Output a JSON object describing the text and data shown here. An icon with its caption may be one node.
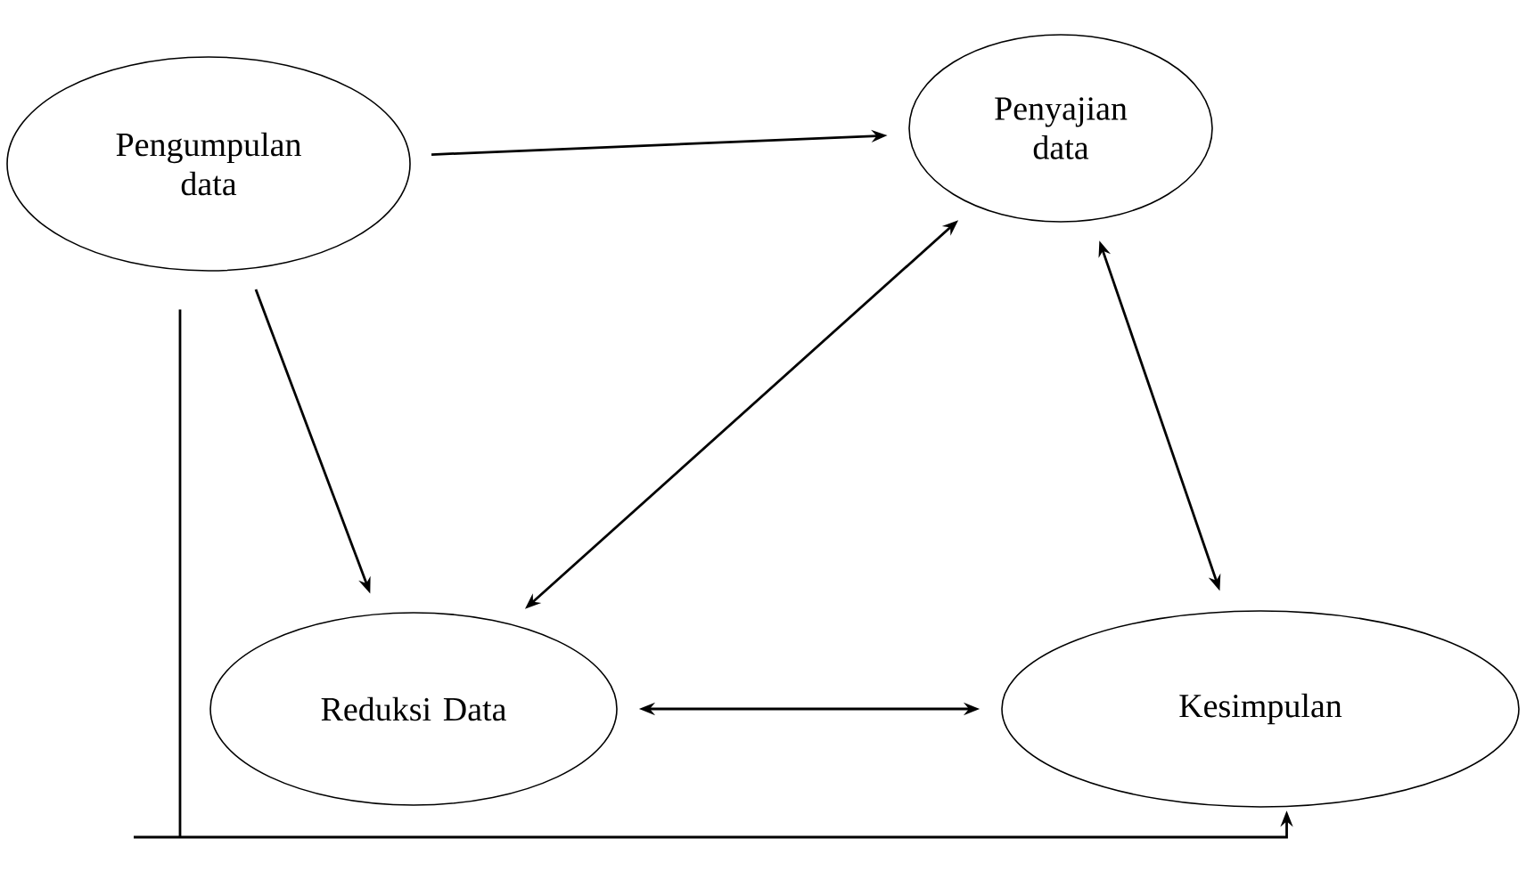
{
  "diagram": {
    "nodes": [
      {
        "text": [
          "Pengumpulan data"
        ]
      },
      {
        "text": [
          "Penyajian data"
        ]
      },
      {
        "text": [
          "Reduksi Data"
        ]
      },
      {
        "text": [
          "Kesimpulan"
        ]
      }
    ],
    "edges": [
      {
        "from": 0,
        "to": 1,
        "arrow": "to"
      },
      {
        "from": 0,
        "to": 2,
        "arrow": "to"
      },
      {
        "from": 1,
        "to": 2,
        "arrow": "both"
      },
      {
        "from": 1,
        "to": 3,
        "arrow": "both"
      },
      {
        "from": 2,
        "to": 3,
        "arrow": "both"
      },
      {
        "from": 0,
        "to": 3,
        "arrow": "to"
      }
    ]
  }
}
